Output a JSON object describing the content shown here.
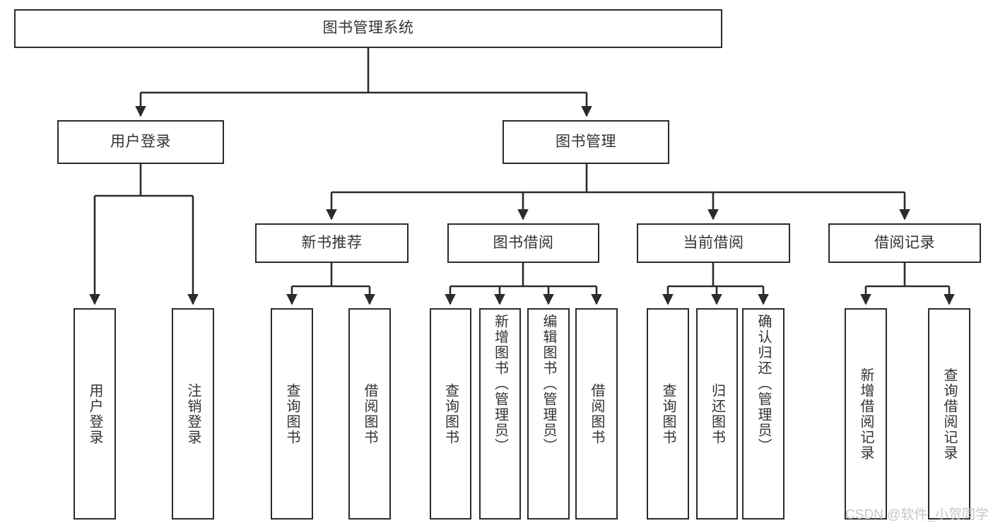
{
  "diagram": {
    "title": "图书管理系统",
    "type": "tree-hierarchy-functional-structure",
    "watermark": "CSDN @软件_小贺同学",
    "colors": {
      "box_border": "#2b2b2b",
      "box_fill": "#ffffff",
      "text": "#333333",
      "connector": "#2b2b2b",
      "watermark": "#c6c6c6",
      "background": "#ffffff"
    },
    "nodes": {
      "root": {
        "label": "图书管理系统"
      },
      "level2": [
        {
          "id": "user-login",
          "label": "用户登录"
        },
        {
          "id": "book-management",
          "label": "图书管理"
        }
      ],
      "level3": [
        {
          "id": "new-book-recommend",
          "label": "新书推荐"
        },
        {
          "id": "book-borrow",
          "label": "图书借阅"
        },
        {
          "id": "current-borrow",
          "label": "当前借阅"
        },
        {
          "id": "borrow-record",
          "label": "借阅记录"
        }
      ],
      "leaves": {
        "user_login": [
          {
            "id": "leaf-user-login",
            "label": "用户登录"
          },
          {
            "id": "leaf-logout-login",
            "label": "注销登录"
          }
        ],
        "new_book_recommend": [
          {
            "id": "leaf-query-book-1",
            "label": "查询图书"
          },
          {
            "id": "leaf-borrow-book-1",
            "label": "借阅图书"
          }
        ],
        "book_borrow": [
          {
            "id": "leaf-query-book-2",
            "label": "查询图书"
          },
          {
            "id": "leaf-add-book-admin",
            "label": "新增图书（管理员）"
          },
          {
            "id": "leaf-edit-book-admin",
            "label": "编辑图书（管理员）"
          },
          {
            "id": "leaf-borrow-book-2",
            "label": "借阅图书"
          }
        ],
        "current_borrow": [
          {
            "id": "leaf-query-book-3",
            "label": "查询图书"
          },
          {
            "id": "leaf-return-book",
            "label": "归还图书"
          },
          {
            "id": "leaf-confirm-return-admin",
            "label": "确认归还（管理员）"
          }
        ],
        "borrow_record": [
          {
            "id": "leaf-add-borrow-record",
            "label": "新增借阅记录"
          },
          {
            "id": "leaf-query-borrow-record",
            "label": "查询借阅记录"
          }
        ]
      }
    }
  }
}
